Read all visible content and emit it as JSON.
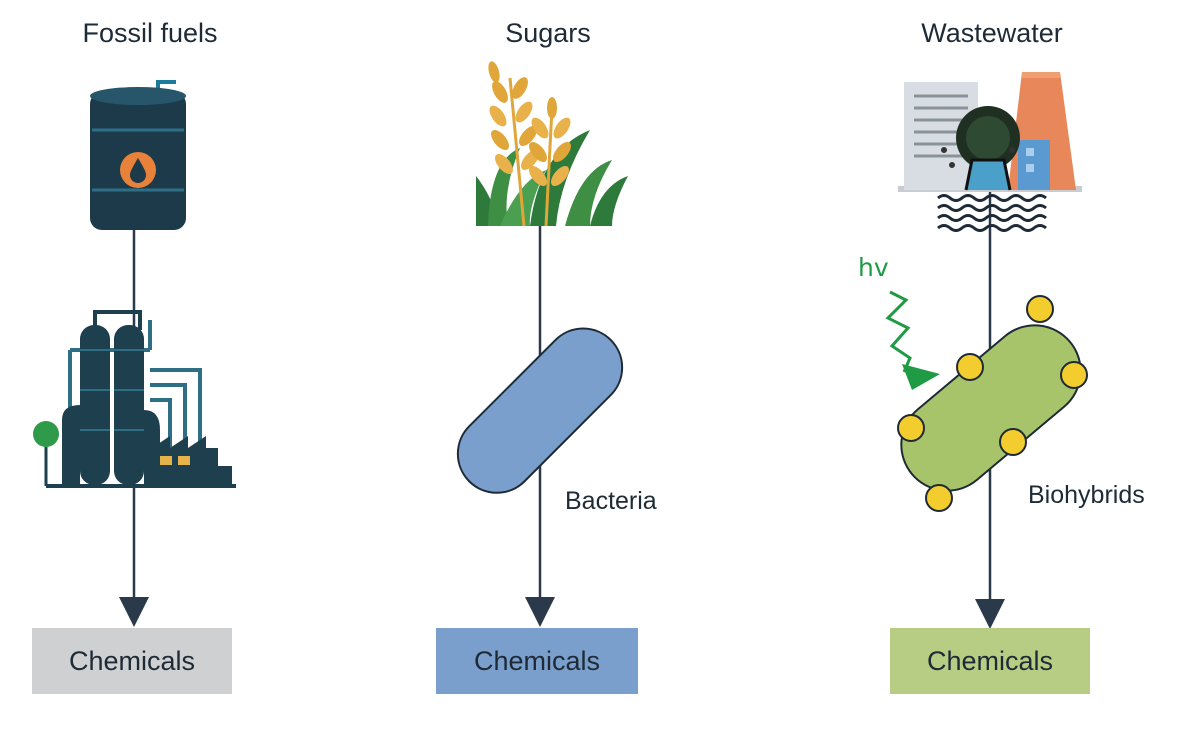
{
  "columns": [
    {
      "title": "Fossil fuels",
      "output_label": "Chemicals",
      "box_color": "#cfd0d1"
    },
    {
      "title": "Sugars",
      "process_label": "Bacteria",
      "output_label": "Chemicals",
      "box_color": "#7a9fcc"
    },
    {
      "title": "Wastewater",
      "process_label": "Biohybrids",
      "light_label": "hv",
      "output_label": "Chemicals",
      "box_color": "#b7cd84"
    }
  ],
  "colors": {
    "arrow": "#2b3a4a",
    "oil_barrel": "#1c3a4a",
    "oil_drop": "#e8813a",
    "refinery": "#1d3f4e",
    "bacteria": "#7a9fcc",
    "biohybrid_cell": "#a8c46a",
    "nanoparticle": "#f3cc2e",
    "light": "#1f9a45",
    "grain": "#e0a63a",
    "grass": "#2e7a3a"
  },
  "icons": [
    "oil-barrel-icon",
    "refinery-icon",
    "wheat-grass-icon",
    "bacteria-icon",
    "factory-icon",
    "water-waves-icon",
    "biohybrid-cell-icon",
    "light-wave-icon"
  ]
}
